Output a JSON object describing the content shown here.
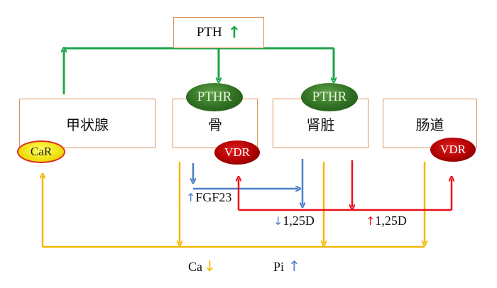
{
  "nodes": {
    "pth": "PTH",
    "pth_arrow": "↑",
    "parathyroid": "甲状腺",
    "bone": "骨",
    "kidney": "肾脏",
    "intestine": "肠道"
  },
  "receptors": {
    "pthr_bone": "PTHR",
    "pthr_kidney": "PTHR",
    "vdr_bone": "VDR",
    "vdr_intestine": "VDR",
    "car": "CaR"
  },
  "labels": {
    "fgf23_arrow": "↑",
    "fgf23": "FGF23",
    "d_down_arrow": "↓",
    "d_down": "1,25D",
    "d_up_arrow": "↑",
    "d_up": "1,25D",
    "ca": "Ca",
    "ca_arrow": "↓",
    "pi": "Pi",
    "pi_arrow": "↑"
  },
  "colors": {
    "green": "#1aa64a",
    "yellow": "#f5b800",
    "blue": "#4a7fc6",
    "red": "#e8101a",
    "box_border": "#d9935a"
  }
}
